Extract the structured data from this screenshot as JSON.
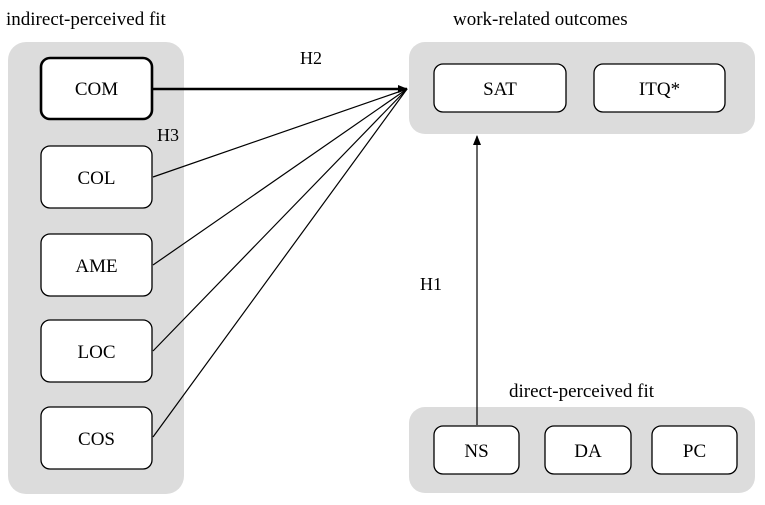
{
  "groups": {
    "indirect": {
      "label": "indirect-perceived fit"
    },
    "outcomes": {
      "label": "work-related outcomes"
    },
    "direct": {
      "label": "direct-perceived fit"
    }
  },
  "nodes": {
    "com": "COM",
    "col": "COL",
    "ame": "AME",
    "loc": "LOC",
    "cos": "COS",
    "sat": "SAT",
    "itq": "ITQ*",
    "ns": "NS",
    "da": "DA",
    "pc": "PC"
  },
  "hypotheses": {
    "h1": "H1",
    "h2": "H2",
    "h3": "H3"
  },
  "edges": [
    {
      "from": "com",
      "to": "outcomes",
      "bold": true
    },
    {
      "from": "col",
      "to": "outcomes",
      "bold": false
    },
    {
      "from": "ame",
      "to": "outcomes",
      "bold": false
    },
    {
      "from": "loc",
      "to": "outcomes",
      "bold": false
    },
    {
      "from": "cos",
      "to": "outcomes",
      "bold": false
    },
    {
      "from": "ns",
      "to": "outcomes",
      "bold": false
    }
  ]
}
